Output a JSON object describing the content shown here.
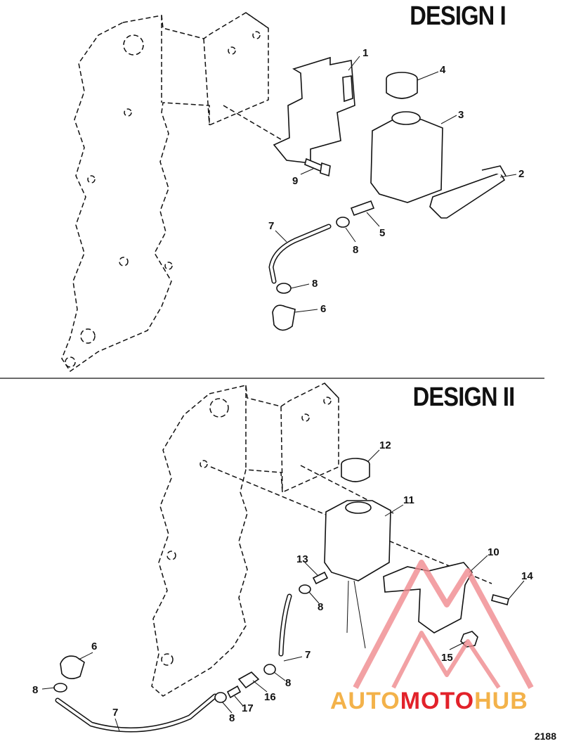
{
  "sections": [
    {
      "title": "DESIGN I"
    },
    {
      "title": "DESIGN II"
    }
  ],
  "callouts_design1": [
    {
      "label": "1"
    },
    {
      "label": "2"
    },
    {
      "label": "3"
    },
    {
      "label": "4"
    },
    {
      "label": "5"
    },
    {
      "label": "6"
    },
    {
      "label": "7"
    },
    {
      "label": "8"
    },
    {
      "label": "8"
    },
    {
      "label": "9"
    }
  ],
  "callouts_design2": [
    {
      "label": "6"
    },
    {
      "label": "7"
    },
    {
      "label": "7"
    },
    {
      "label": "8"
    },
    {
      "label": "8"
    },
    {
      "label": "8"
    },
    {
      "label": "8"
    },
    {
      "label": "10"
    },
    {
      "label": "11"
    },
    {
      "label": "12"
    },
    {
      "label": "13"
    },
    {
      "label": "14"
    },
    {
      "label": "15"
    },
    {
      "label": "16"
    },
    {
      "label": "17"
    }
  ],
  "drawing_number": "2188",
  "watermark": {
    "part1": "AUTO",
    "part2": "MOTO",
    "part3": "HUB",
    "colors": {
      "orange": "#f3b24a",
      "red": "#e2222a"
    }
  }
}
